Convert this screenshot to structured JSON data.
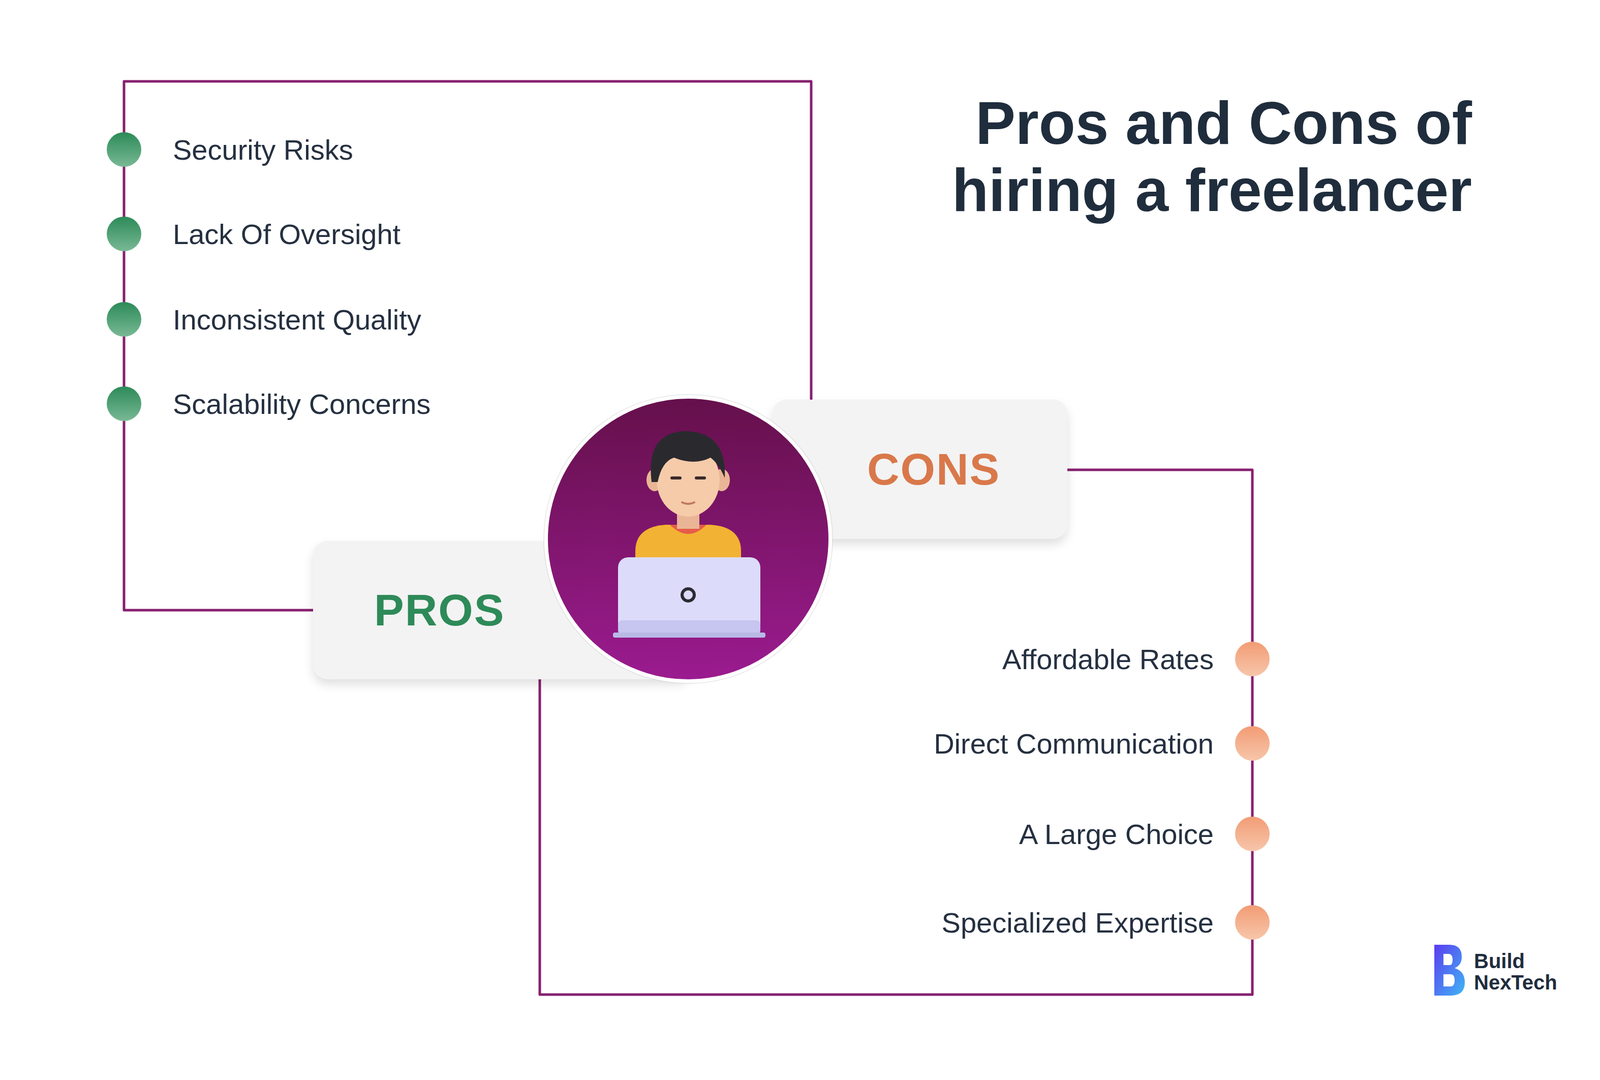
{
  "diagram": {
    "title": "Pros and Cons of hiring a freelancer",
    "nodes": [
      {
        "text": [
          "CONS"
        ]
      },
      {
        "text": [
          "PROS"
        ]
      }
    ],
    "edges": [
      {
        "from": 1,
        "to": 0,
        "arrow": "none"
      },
      {
        "from": 0,
        "to": 1,
        "arrow": "none"
      }
    ],
    "labels": [
      "Security Risks",
      "Lack Of Oversight",
      "Inconsistent Quality",
      "Scalability Concerns",
      "Affordable Rates",
      "Direct Communication",
      "A Large Choice",
      "Specialized Expertise",
      "Build",
      "NexTech"
    ]
  }
}
